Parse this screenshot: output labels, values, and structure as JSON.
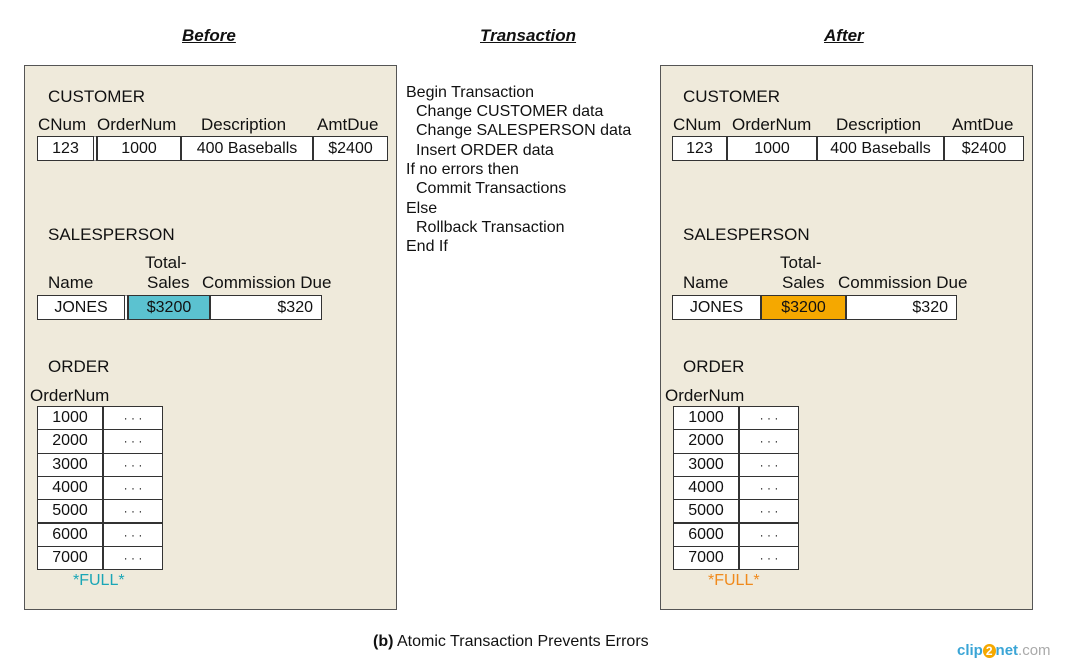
{
  "headings": {
    "before": "Before",
    "transaction": "Transaction",
    "after": "After"
  },
  "customer": {
    "title": "CUSTOMER",
    "headers": [
      "CNum",
      "OrderNum",
      "Description",
      "AmtDue"
    ],
    "row": [
      "123",
      "1000",
      "400 Baseballs",
      "$2400"
    ]
  },
  "salesperson": {
    "title": "SALESPERSON",
    "headers": {
      "name": "Name",
      "total_top": "Total-",
      "total_bottom": "Sales",
      "commission": "Commission Due"
    },
    "row": {
      "name": "JONES",
      "total": "$3200",
      "commission": "$320"
    }
  },
  "order": {
    "title": "ORDER",
    "header": "OrderNum",
    "rows": [
      "1000",
      "2000",
      "3000",
      "4000",
      "5000",
      "6000",
      "7000"
    ],
    "ellipsis": "· · ·",
    "full_label": "*FULL*"
  },
  "transaction_steps": [
    "Begin Transaction",
    "Change CUSTOMER data",
    "Change SALESPERSON data",
    "Insert ORDER data",
    "If no errors then",
    "Commit Transactions",
    "Else",
    "Rollback Transaction",
    "End If"
  ],
  "colors": {
    "before_highlight": "#5bc2d0",
    "after_highlight": "#f5a800",
    "before_full": "#1aa6b6",
    "after_full": "#f08a1c"
  },
  "caption": {
    "bold": "(b)",
    "text": " Atomic Transaction Prevents Errors"
  },
  "watermark": {
    "part1": "clip",
    "part2": "2",
    "part3": "net",
    "part4": ".com"
  }
}
